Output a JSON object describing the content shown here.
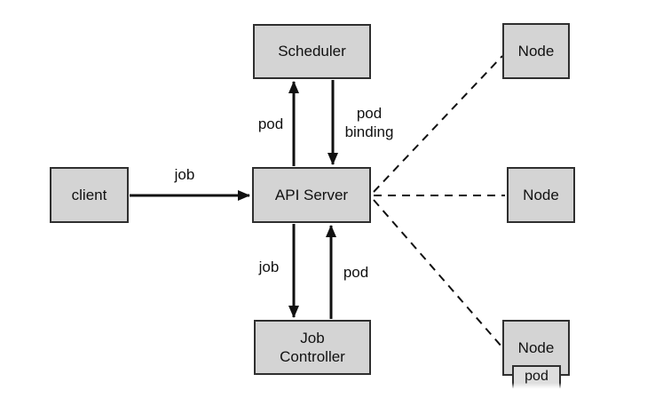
{
  "colors": {
    "background": "#ffffff",
    "box_fill": "#d4d4d4",
    "box_border": "#2f2f2f",
    "line": "#111111"
  },
  "nodes": {
    "scheduler": {
      "label": "Scheduler"
    },
    "client": {
      "label": "client"
    },
    "api_server": {
      "label": "API Server"
    },
    "job_controller": {
      "label": "Job\nController"
    },
    "node_top": {
      "label": "Node"
    },
    "node_middle": {
      "label": "Node"
    },
    "node_bottom": {
      "label": "Node"
    },
    "pod": {
      "label": "pod"
    }
  },
  "edge_labels": {
    "client_to_api": "job",
    "api_to_scheduler": "pod",
    "scheduler_to_api": "pod\nbinding",
    "api_to_job_controller": "job",
    "job_controller_to_api": "pod"
  }
}
